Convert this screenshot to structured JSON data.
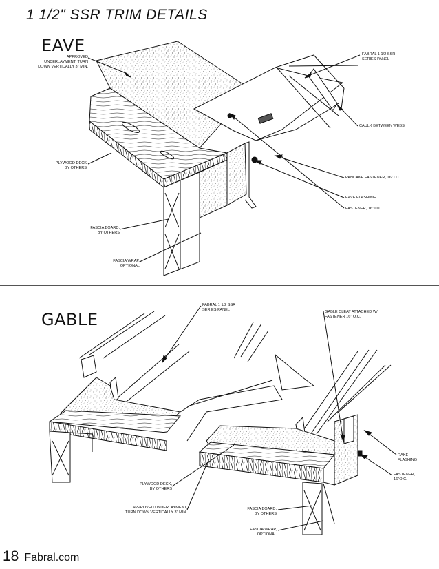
{
  "page_title": "1 1/2\" SSR TRIM DETAILS",
  "eave": {
    "title": "EAVE",
    "callouts": {
      "underlayment": [
        "APPROVED",
        "UNDERLAYMENT, TURN",
        "DOWN VERTICALLY 3\" MIN."
      ],
      "panel": [
        "FABRAL 1 1/2 SSR",
        "SERIES PANEL"
      ],
      "caulk": [
        "CAULK BETWEEN WEBS"
      ],
      "plywood": [
        "PLYWOOD DECK",
        "BY OTHERS"
      ],
      "pancake": [
        "PANCAKE FASTENER, 16\" O.C."
      ],
      "eave_flashing": [
        "EAVE FLASHING"
      ],
      "fastener": [
        "FASTENER, 16\" O.C."
      ],
      "fascia_board": [
        "FASCIA BOARD,",
        "BY OTHERS"
      ],
      "fascia_wrap": [
        "FASCIA WRAP,",
        "OPTIONAL"
      ]
    }
  },
  "gable": {
    "title": "GABLE",
    "callouts": {
      "panel": [
        "FABRAL 1 1/2 SSR",
        "SERIES PANEL"
      ],
      "cleat": [
        "GABLE CLEAT ATTACHED W/",
        "FASTENER 16\" O.C."
      ],
      "rake": [
        "RAKE",
        "FLASHING"
      ],
      "fastener": [
        "FASTENER,",
        "16\"O.C."
      ],
      "plywood": [
        "PLYWOOD DECK,",
        "BY OTHERS"
      ],
      "underlayment": [
        "APPROVED UNDERLAYMENT,",
        "TURN DOWN VERTICALLY 3\" MIN."
      ],
      "fascia_board": [
        "FASCIA BOARD,",
        "BY OTHERS"
      ],
      "fascia_wrap": [
        "FASCIA WRAP,",
        "OPTIONAL"
      ]
    }
  },
  "footer": {
    "page_number": "18",
    "site": "Fabral.com"
  }
}
